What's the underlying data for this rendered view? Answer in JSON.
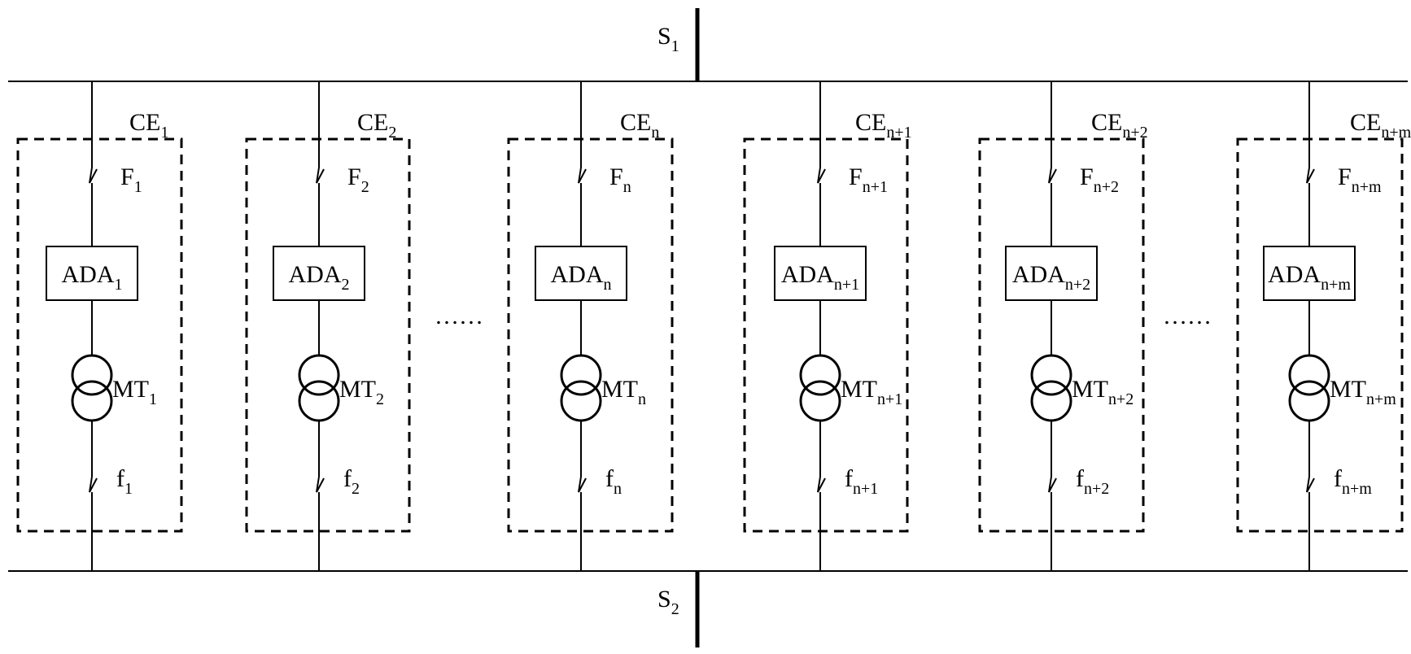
{
  "buses": {
    "top": {
      "base": "S",
      "sub": "1"
    },
    "bottom": {
      "base": "S",
      "sub": "2"
    }
  },
  "ellipsis": "……",
  "cells": [
    {
      "ce": {
        "base": "CE",
        "sub": "1"
      },
      "F": {
        "base": "F",
        "sub": "1"
      },
      "ada": {
        "base": "ADA",
        "sub": "1"
      },
      "mt": {
        "base": "MT",
        "sub": "1"
      },
      "f": {
        "base": "f",
        "sub": "1"
      }
    },
    {
      "ce": {
        "base": "CE",
        "sub": "2"
      },
      "F": {
        "base": "F",
        "sub": "2"
      },
      "ada": {
        "base": "ADA",
        "sub": "2"
      },
      "mt": {
        "base": "MT",
        "sub": "2"
      },
      "f": {
        "base": "f",
        "sub": "2"
      }
    },
    {
      "ce": {
        "base": "CE",
        "sub": "n"
      },
      "F": {
        "base": "F",
        "sub": "n"
      },
      "ada": {
        "base": "ADA",
        "sub": "n"
      },
      "mt": {
        "base": "MT",
        "sub": "n"
      },
      "f": {
        "base": "f",
        "sub": "n"
      }
    },
    {
      "ce": {
        "base": "CE",
        "sub": "n+1"
      },
      "F": {
        "base": "F",
        "sub": "n+1"
      },
      "ada": {
        "base": "ADA",
        "sub": "n+1"
      },
      "mt": {
        "base": "MT",
        "sub": "n+1"
      },
      "f": {
        "base": "f",
        "sub": "n+1"
      }
    },
    {
      "ce": {
        "base": "CE",
        "sub": "n+2"
      },
      "F": {
        "base": "F",
        "sub": "n+2"
      },
      "ada": {
        "base": "ADA",
        "sub": "n+2"
      },
      "mt": {
        "base": "MT",
        "sub": "n+2"
      },
      "f": {
        "base": "f",
        "sub": "n+2"
      }
    },
    {
      "ce": {
        "base": "CE",
        "sub": "n+m"
      },
      "F": {
        "base": "F",
        "sub": "n+m"
      },
      "ada": {
        "base": "ADA",
        "sub": "n+m"
      },
      "mt": {
        "base": "MT",
        "sub": "n+m"
      },
      "f": {
        "base": "f",
        "sub": "n+m"
      }
    }
  ]
}
